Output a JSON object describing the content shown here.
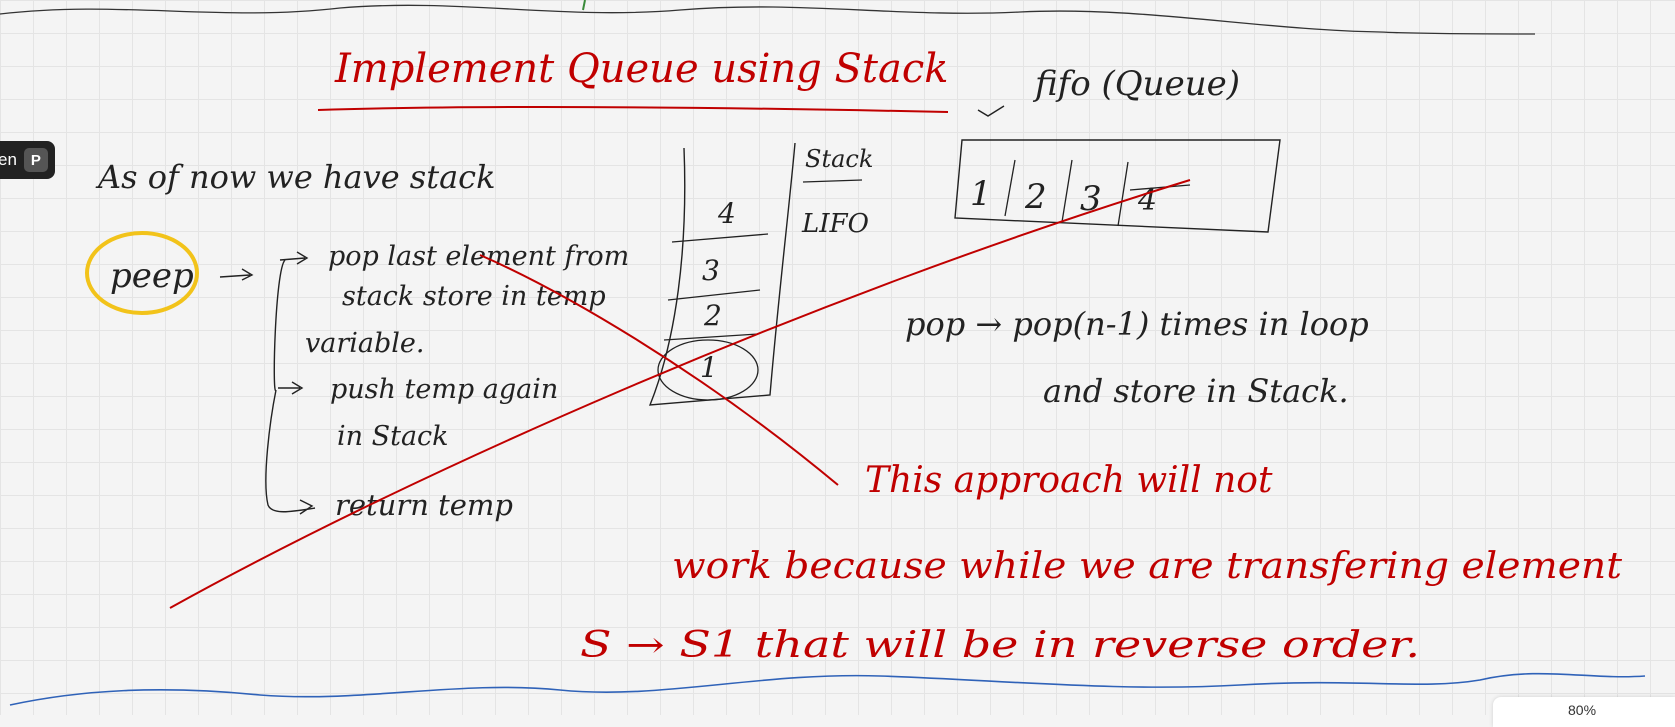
{
  "presenter": {
    "name_fragment": "en",
    "initial": "P"
  },
  "zoom": {
    "level": "80%"
  },
  "colors": {
    "ink_black": "#222222",
    "ink_red": "#c00000",
    "highlight_yellow": "#f2c31a",
    "wave_blue": "#2f62b8"
  },
  "notes": {
    "title": "Implement Queue using Stack",
    "fifo_note": "fifo (Queue)",
    "intro": "As of now we have stack",
    "peep_label": "peep",
    "steps": [
      "pop last element from",
      "stack store in temp",
      "variable.",
      "push temp again",
      "in Stack",
      "return temp"
    ],
    "stack_label": "Stack",
    "lifo_label": "LIFO",
    "stack_items": [
      "4",
      "3",
      "2",
      "1"
    ],
    "queue_items": [
      "1",
      "2",
      "3",
      "4"
    ],
    "pop_line1": "pop → pop(n-1) times in loop",
    "pop_line2": "and store in Stack.",
    "red_note": [
      "This approach will not",
      "work because while we are transfering element",
      "S → S1 that will be in reverse order."
    ]
  }
}
